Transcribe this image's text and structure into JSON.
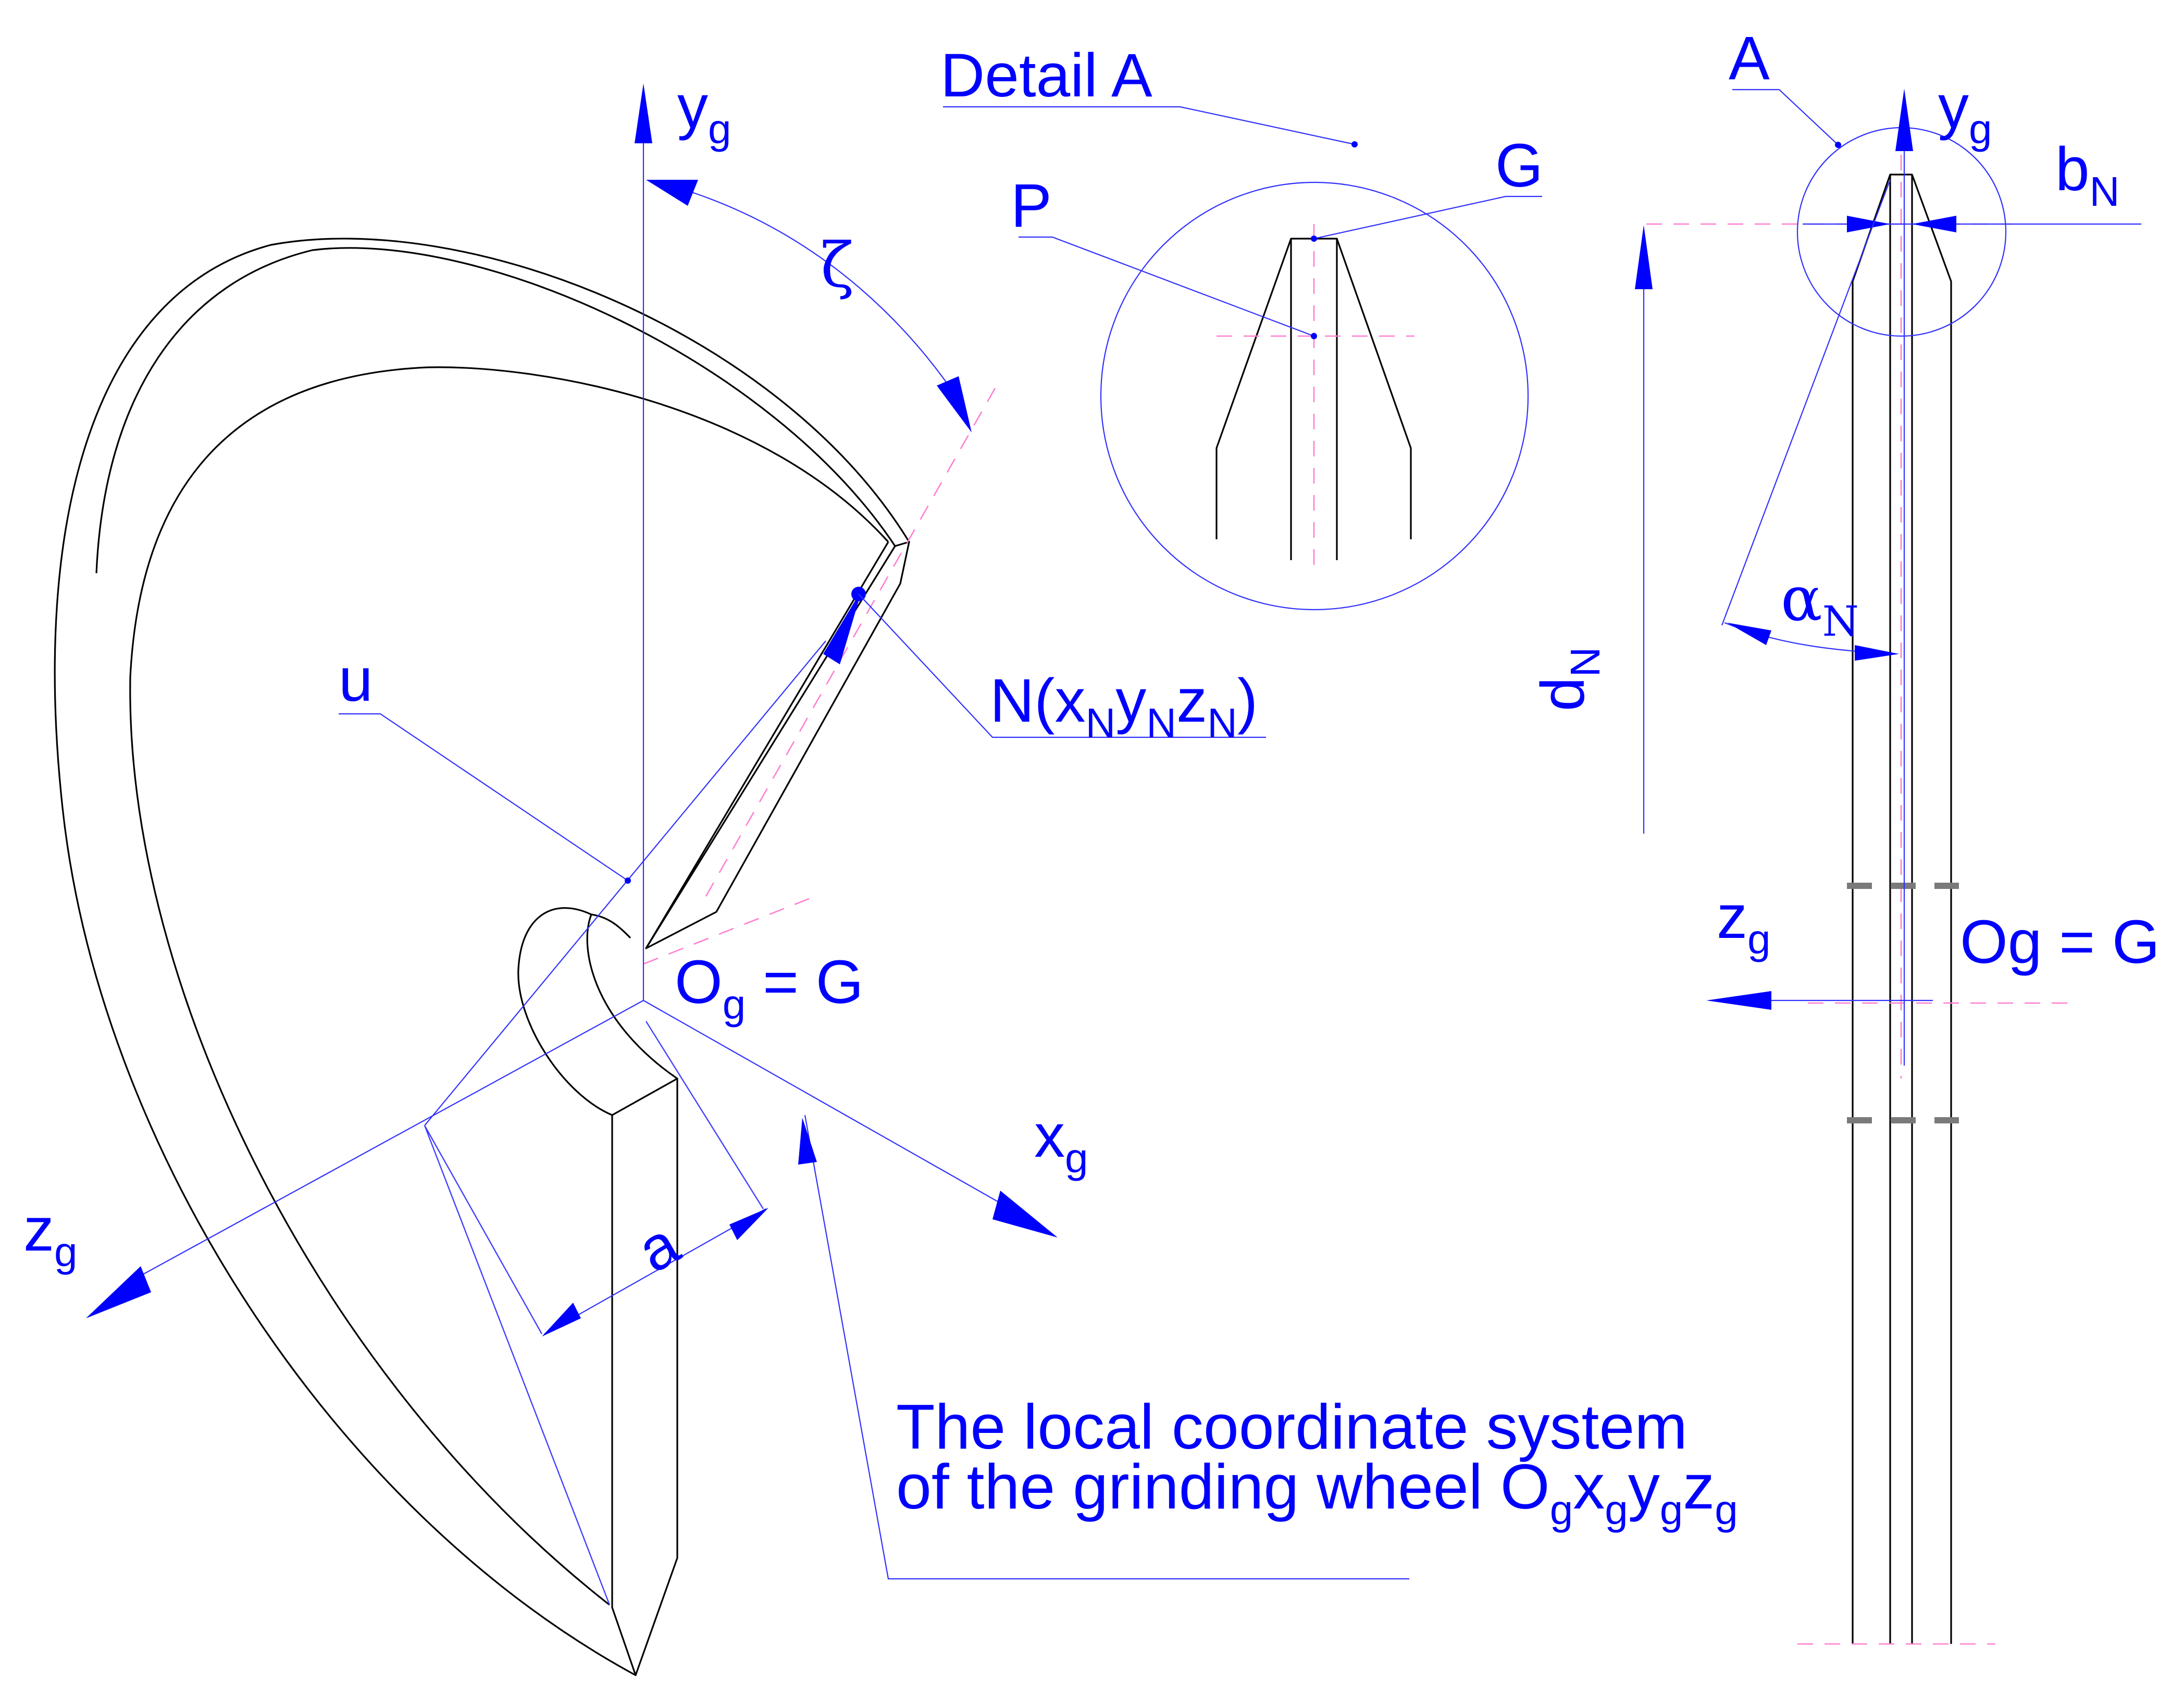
{
  "labels": {
    "detail_a": "Detail A",
    "a_mark": "A",
    "point_g": "G",
    "point_p": "P",
    "zeta": "ζ",
    "u": "u",
    "a": "a",
    "y_axis_left": {
      "base": "y",
      "sub": "g"
    },
    "z_axis_left": {
      "base": "z",
      "sub": "g"
    },
    "x_axis": {
      "base": "x",
      "sub": "g"
    },
    "origin_left": {
      "base": "O",
      "sub": "g",
      "rest": " = G"
    },
    "point_n": {
      "n": "N(",
      "x": "x",
      "xs": "N",
      "y": "y",
      "ys": "N",
      "z": "z",
      "zs": "N",
      "close": ")"
    },
    "y_axis_right": {
      "base": "y",
      "sub": "g"
    },
    "z_axis_right": {
      "base": "z",
      "sub": "g"
    },
    "b_n": {
      "base": "b",
      "sub": "N"
    },
    "d_n": {
      "base": "d",
      "sub": "N"
    },
    "alpha_n": {
      "base": "α",
      "sub": "N"
    },
    "origin_right": "Og = G"
  },
  "caption": {
    "line1": "The local coordinate system",
    "line2_text": "of the grinding wheel ",
    "o": "O",
    "os": "g",
    "x": "x",
    "xs": "g",
    "y": "y",
    "ys": "g",
    "z": "z",
    "zs": "g"
  },
  "colors": {
    "annotation": "#0000ff",
    "outline": "#000000",
    "leader": "#4040ff",
    "centerline": "#ff7fd0",
    "hidden": "#7a7a7a"
  }
}
